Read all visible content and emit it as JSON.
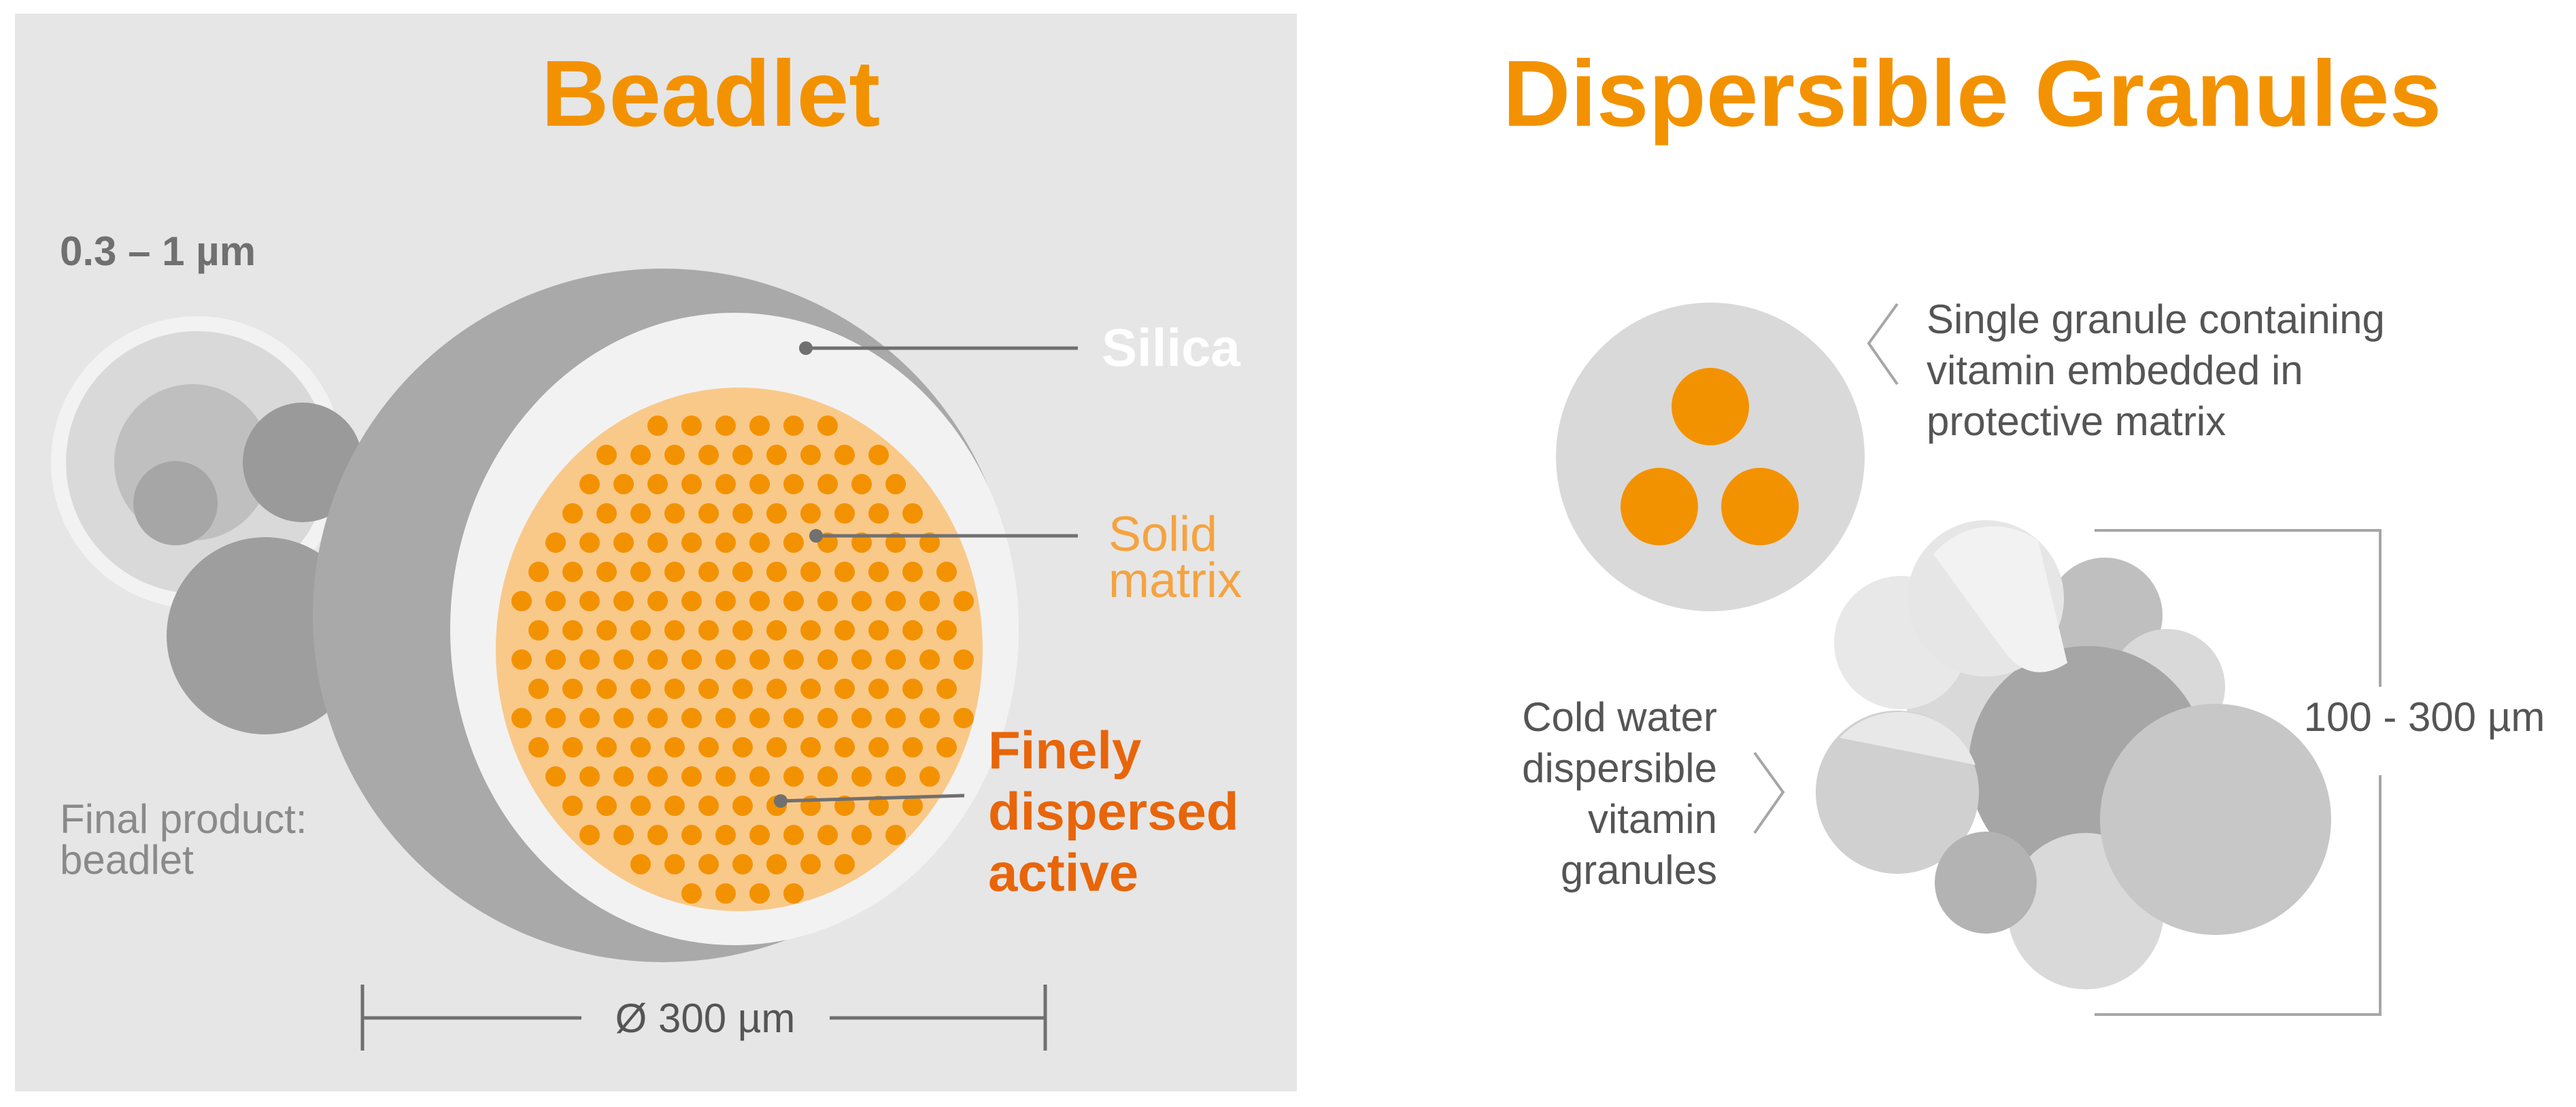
{
  "beadlet": {
    "title": "Beadlet",
    "size_range": "0.3 – 1 µm",
    "final_product_line1": "Final product:",
    "final_product_line2": "beadlet",
    "silica_label": "Silica",
    "solid_matrix_line1": "Solid",
    "solid_matrix_line2": "matrix",
    "active_line1": "Finely",
    "active_line2": "dispersed",
    "active_line3": "active",
    "diameter_label": "Ø 300 µm"
  },
  "granules": {
    "title": "Dispersible Granules",
    "single_line1": "Single granule containing",
    "single_line2": "vitamin embedded in",
    "single_line3": "protective matrix",
    "cold_line1": "Cold water",
    "cold_line2": "dispersible",
    "cold_line3": "vitamin",
    "cold_line4": "granules",
    "size_label": "100 - 300 µm"
  },
  "colors": {
    "orange": "#F39200",
    "dark_orange": "#E8650A",
    "light_orange": "#F9C98A",
    "gray_text": "#666666",
    "panel_bg": "#e6e6e6"
  }
}
